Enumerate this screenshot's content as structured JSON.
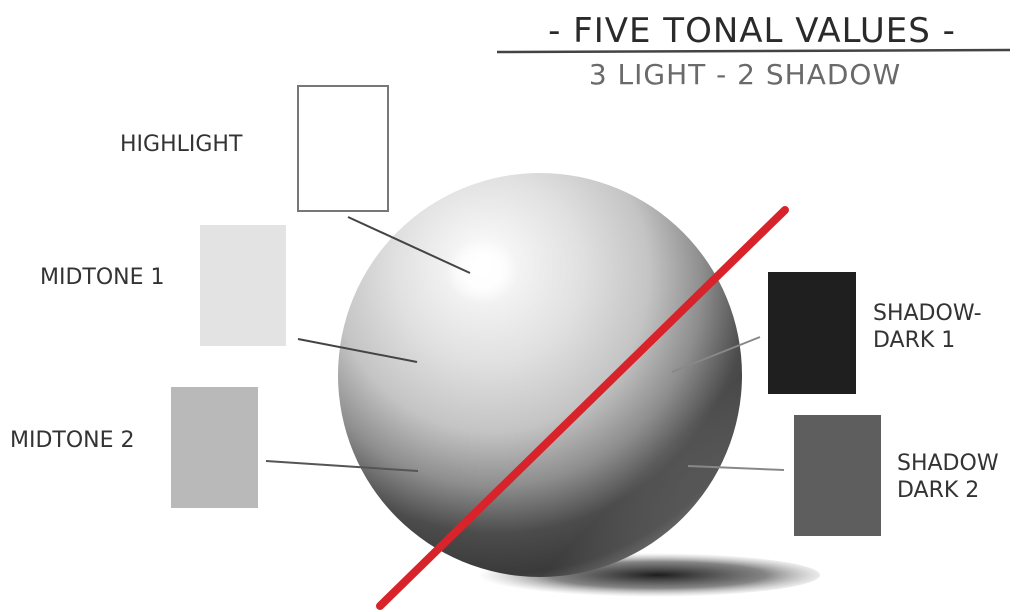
{
  "title": "- FIVE TONAL VALUES -",
  "subtitle": "3 LIGHT - 2 SHADOW",
  "swatches": [
    {
      "label": "HIGHLIGHT",
      "color": "#ffffff",
      "border": "#777777"
    },
    {
      "label": "MIDTONE 1",
      "color": "#e3e3e3",
      "border": "#e3e3e3"
    },
    {
      "label": "MIDTONE 2",
      "color": "#b9b9b9",
      "border": "#b9b9b9"
    },
    {
      "label_line1": "SHADOW-",
      "label_line2": "DARK 1",
      "color": "#1f1f1f",
      "border": "#1f1f1f"
    },
    {
      "label_line1": "SHADOW",
      "label_line2": "DARK 2",
      "color": "#5e5e5e",
      "border": "#5e5e5e"
    }
  ],
  "divider_color": "#d8232a"
}
